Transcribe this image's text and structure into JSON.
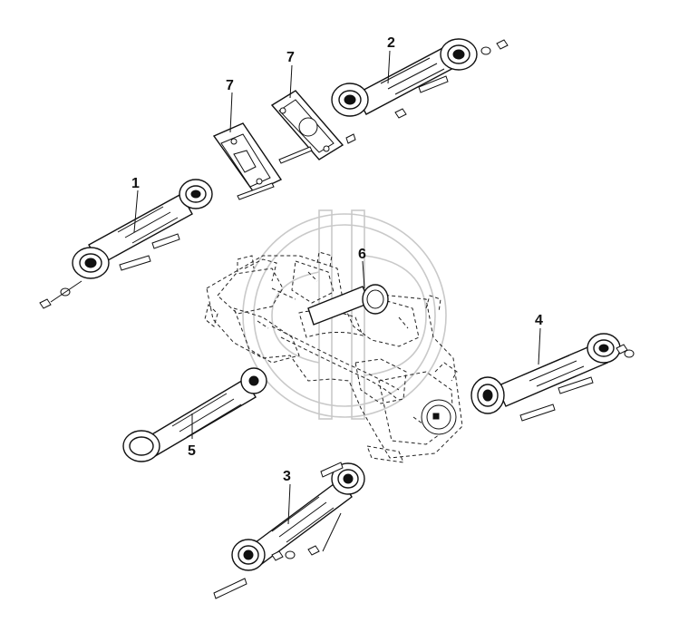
{
  "callouts": [
    {
      "id": "1",
      "label": "1"
    },
    {
      "id": "2",
      "label": "2"
    },
    {
      "id": "3",
      "label": "3"
    },
    {
      "id": "4",
      "label": "4"
    },
    {
      "id": "5",
      "label": "5"
    },
    {
      "id": "6",
      "label": "6"
    },
    {
      "id": "7a",
      "label": "7"
    },
    {
      "id": "7b",
      "label": "7"
    }
  ],
  "colors": {
    "line": "#111111",
    "background": "#ffffff",
    "watermark": "#c9c9c9"
  }
}
